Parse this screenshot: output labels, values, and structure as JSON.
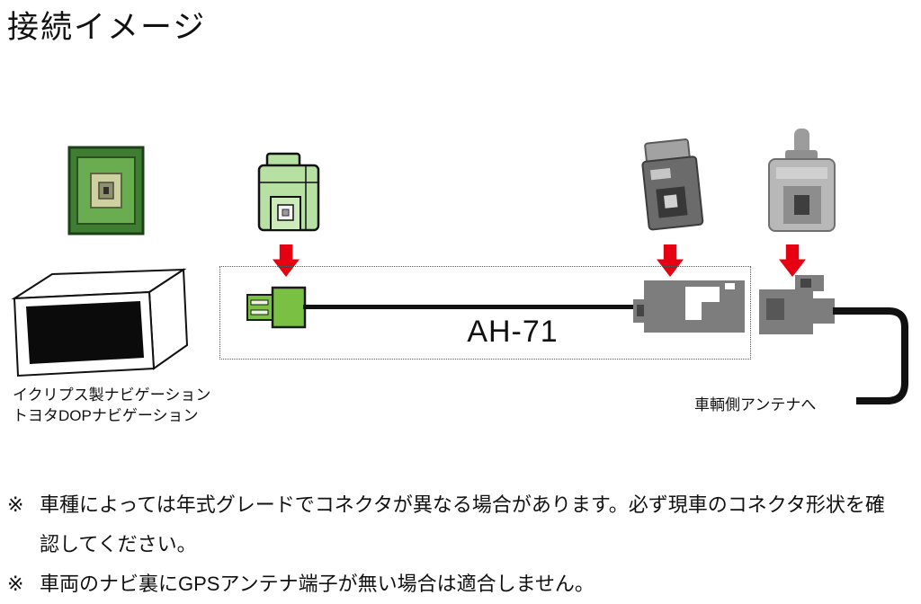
{
  "title": "接続イメージ",
  "diagram": {
    "product_label": "AH-71",
    "left_device_caption_line1": "イクリプス製ナビゲーション",
    "left_device_caption_line2": "トヨタDOPナビゲーション",
    "right_caption": "車輌側アンテナへ",
    "graphics": {
      "left_connector_photo": "green-gps-connector-socket-photo",
      "green_plug_photo": "green-gps-plug-photo",
      "gray_connector_photo": "gray-gps-connector-photo",
      "vehicle_plug_photo": "gray-vehicle-antenna-plug-photo",
      "device_drawing": "navigation-head-unit-drawing",
      "down_arrow_icon": "red-block-down-arrow"
    },
    "colors": {
      "connector_green": "#7ac143",
      "connector_gray": "#7d7d7d",
      "arrow_red": "#e60012",
      "cable_black": "#111111"
    }
  },
  "notes": [
    {
      "marker": "※",
      "text": "車種によっては年式グレードでコネクタが異なる場合があります。必ず現車のコネクタ形状を確認してください。"
    },
    {
      "marker": "※",
      "text": "車両のナビ裏にGPSアンテナ端子が無い場合は適合しません。"
    }
  ]
}
